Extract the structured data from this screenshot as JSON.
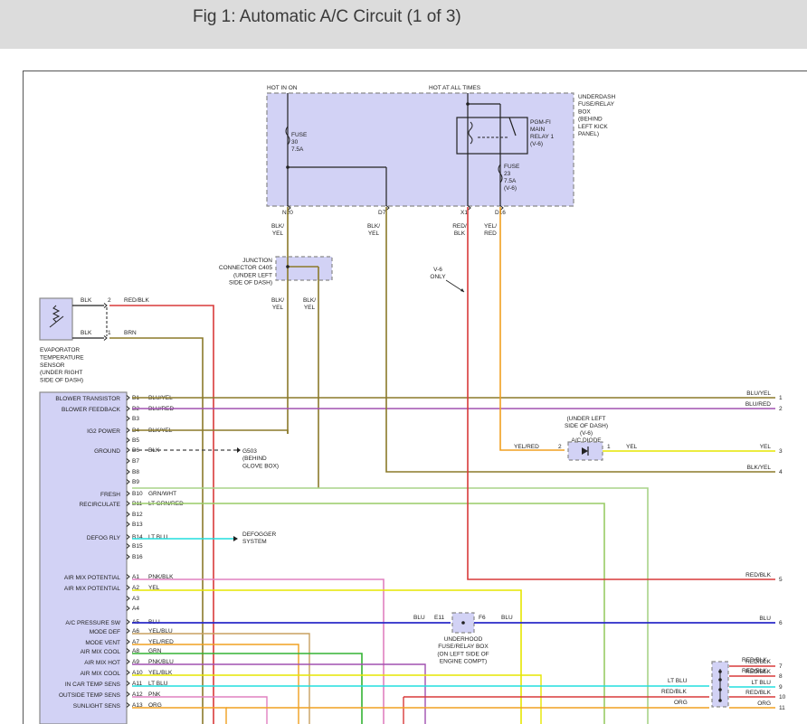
{
  "title": "Fig 1: Automatic A/C Circuit (1 of 3)",
  "colors": {
    "box_fill": "#d2d2f5",
    "box_stroke": "#8a8a8a",
    "red": "#d83a3a",
    "yellow": "#e6e600",
    "olive": "#8b7a2a",
    "blue": "#2a2ac8",
    "purple": "#a050b0",
    "green": "#33b333",
    "lt_green": "#99cc66",
    "cyan": "#22dddd",
    "pink": "#e080c0",
    "orange": "#f0a020",
    "tan": "#c8a060",
    "grn_wht": "#a8d488"
  },
  "top": {
    "hot_in_on": "HOT IN ON",
    "hot_at_all_times": "HOT AT ALL TIMES",
    "fusebox_lines": [
      "UNDERDASH",
      "FUSE/RELAY",
      "BOX",
      "(BEHIND",
      "LEFT KICK",
      "PANEL)"
    ],
    "fuse30_lines": [
      "FUSE",
      "30",
      "7.5A"
    ],
    "relay_lines": [
      "PGM-FI",
      "MAIN",
      "RELAY 1",
      "(V-6)"
    ],
    "fuse23_lines": [
      "FUSE",
      "23",
      "7.5A",
      "(V-6)"
    ],
    "pins": [
      "N20",
      "D7",
      "X1",
      "D16"
    ],
    "wire_colors": [
      "BLK/\nYEL",
      "BLK/\nYEL",
      "RED/\nBLK",
      "YEL/\nRED"
    ],
    "v6_only": [
      "V-6",
      "ONLY"
    ]
  },
  "junction": {
    "label_lines": [
      "JUNCTION",
      "CONNECTOR C405",
      "(UNDER LEFT",
      "SIDE OF DASH)"
    ],
    "wire_a": [
      "BLK/",
      "YEL"
    ],
    "wire_b": [
      "BLK/",
      "YEL"
    ]
  },
  "evap": {
    "label_lines": [
      "EVAPORATOR",
      "TEMPERATURE",
      "SENSOR",
      "(UNDER RIGHT",
      "SIDE OF DASH)"
    ],
    "pin2": {
      "wire": "BLK",
      "pin": "2",
      "out": "RED/BLK"
    },
    "pin1": {
      "wire": "BLK",
      "pin": "1",
      "out": "BRN"
    }
  },
  "module_rows": [
    {
      "label": "BLOWER TRANSISTOR",
      "pin": "B1",
      "wire": "BLU/YEL"
    },
    {
      "label": "BLOWER FEEDBACK",
      "pin": "B2",
      "wire": "BLU/RED"
    },
    {
      "label": "",
      "pin": "B3",
      "wire": ""
    },
    {
      "label": "IG2 POWER",
      "pin": "B4",
      "wire": "BLK/YEL"
    },
    {
      "label": "",
      "pin": "B5",
      "wire": ""
    },
    {
      "label": "GROUND",
      "pin": "B6",
      "wire": "BLK"
    },
    {
      "label": "",
      "pin": "B7",
      "wire": ""
    },
    {
      "label": "",
      "pin": "B8",
      "wire": ""
    },
    {
      "label": "",
      "pin": "B9",
      "wire": ""
    },
    {
      "label": "FRESH",
      "pin": "B10",
      "wire": "GRN/WHT"
    },
    {
      "label": "RECIRCULATE",
      "pin": "B11",
      "wire": "LT GRN/RED"
    },
    {
      "label": "",
      "pin": "B12",
      "wire": ""
    },
    {
      "label": "",
      "pin": "B13",
      "wire": ""
    },
    {
      "label": "DEFOG RLY",
      "pin": "B14",
      "wire": "LT BLU"
    },
    {
      "label": "",
      "pin": "B15",
      "wire": ""
    },
    {
      "label": "",
      "pin": "B16",
      "wire": ""
    },
    {
      "label": "AIR MIX POTENTIAL",
      "pin": "A1",
      "wire": "PNK/BLK"
    },
    {
      "label": "AIR MIX POTENTIAL",
      "pin": "A2",
      "wire": "YEL"
    },
    {
      "label": "",
      "pin": "A3",
      "wire": ""
    },
    {
      "label": "",
      "pin": "A4",
      "wire": ""
    },
    {
      "label": "A/C PRESSURE SW",
      "pin": "A5",
      "wire": "BLU"
    },
    {
      "label": "MODE DEF",
      "pin": "A6",
      "wire": "YEL/BLU"
    },
    {
      "label": "MODE VENT",
      "pin": "A7",
      "wire": "YEL/RED"
    },
    {
      "label": "AIR MIX COOL",
      "pin": "A8",
      "wire": "GRN"
    },
    {
      "label": "AIR MIX HOT",
      "pin": "A9",
      "wire": "PNK/BLU"
    },
    {
      "label": "AIR MIX COOL",
      "pin": "A10",
      "wire": "YEL/BLK"
    },
    {
      "label": "IN CAR TEMP SENS",
      "pin": "A11",
      "wire": "LT BLU"
    },
    {
      "label": "OUTSIDE TEMP SENS",
      "pin": "A12",
      "wire": "PNK"
    },
    {
      "label": "SUNLIGHT SENS",
      "pin": "A13",
      "wire": "ORG"
    }
  ],
  "g503": [
    "G503",
    "(BEHIND",
    "GLOVE BOX)"
  ],
  "defogger": [
    "DEFOGGER",
    "SYSTEM"
  ],
  "diode": {
    "label_lines": [
      "(UNDER LEFT",
      "SIDE OF DASH)",
      "(V-6)",
      "A/C DIODE"
    ],
    "in_wire": "YEL/RED",
    "pin_in": "2",
    "pin_out": "1",
    "out_wire": "YEL"
  },
  "underhood": {
    "label_lines": [
      "UNDERHOOD",
      "FUSE/RELAY BOX",
      "(ON LEFT SIDE OF",
      "ENGINE COMPT)"
    ],
    "left_wire": "BLU",
    "pin_left": "E11",
    "pin_right": "F6",
    "right_wire": "BLU"
  },
  "right_wires": [
    {
      "label": "BLU/YEL",
      "num": "1"
    },
    {
      "label": "BLU/RED",
      "num": "2"
    },
    {
      "label": "YEL",
      "num": "3"
    },
    {
      "label": "BLK/YEL",
      "num": "4"
    },
    {
      "label": "RED/BLK",
      "num": "5"
    },
    {
      "label": "BLU",
      "num": "6"
    },
    {
      "label": "RED/BLK",
      "num": "7"
    },
    {
      "label": "RED/BLK",
      "num": "8"
    },
    {
      "label": "LT BLU",
      "num": "9"
    },
    {
      "label": "RED/BLK",
      "num": "10"
    },
    {
      "label": "ORG",
      "num": "11"
    }
  ],
  "br_connector": {
    "in_labels": [
      "LT BLU",
      "RED/BLK",
      "ORG"
    ],
    "out_top": [
      "RED/BLK",
      "RED/BLK"
    ]
  }
}
